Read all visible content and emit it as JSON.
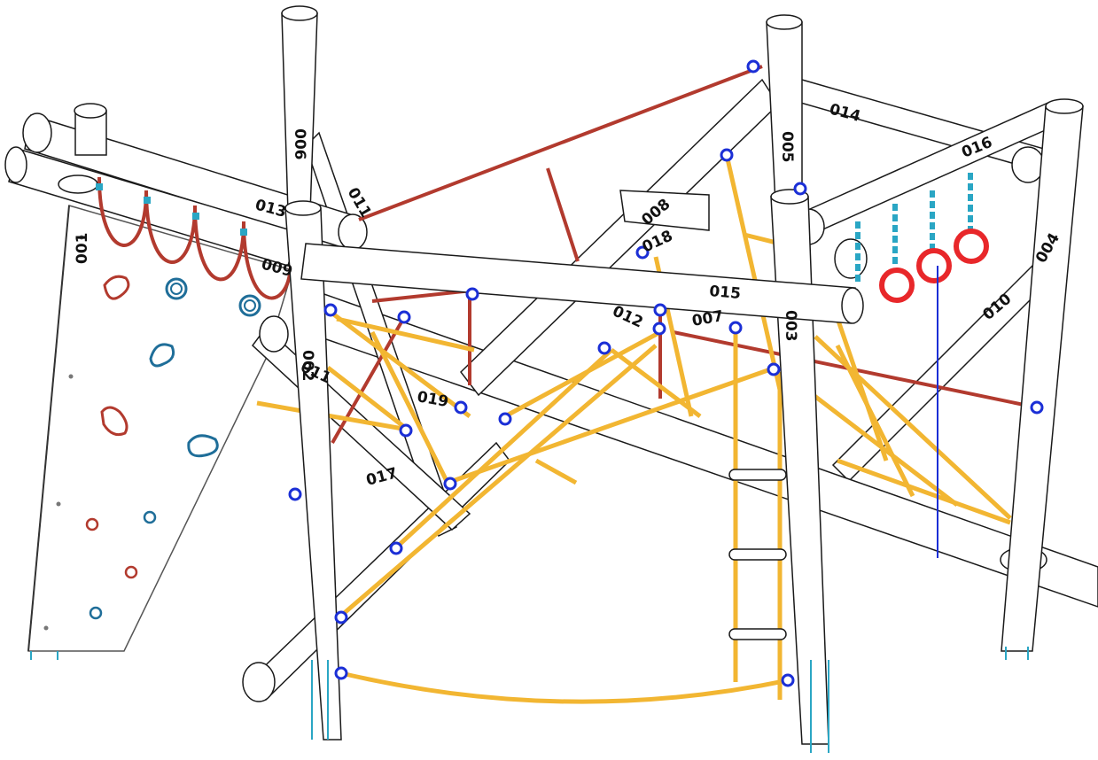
{
  "part_labels": {
    "p001": "001",
    "p002": "002",
    "p003": "003",
    "p004": "004",
    "p005": "005",
    "p006": "006",
    "p007": "007",
    "p008": "008",
    "p009": "009",
    "p010": "010",
    "p011a": "011",
    "p011b": "011",
    "p012": "012",
    "p013": "013",
    "p014": "014",
    "p015": "015",
    "p016": "016",
    "p017": "017",
    "p018": "018",
    "p019": "019"
  },
  "colors": {
    "outline": "#1a1a1a",
    "rope_yellow": "#f2b632",
    "rope_red": "#b23a2e",
    "ring_red": "#e8272a",
    "hold_blue": "#1f6e99",
    "hold_red": "#b23a2e",
    "fitting_blue": "#1b2fd6",
    "chain_teal": "#2aa6c4"
  }
}
